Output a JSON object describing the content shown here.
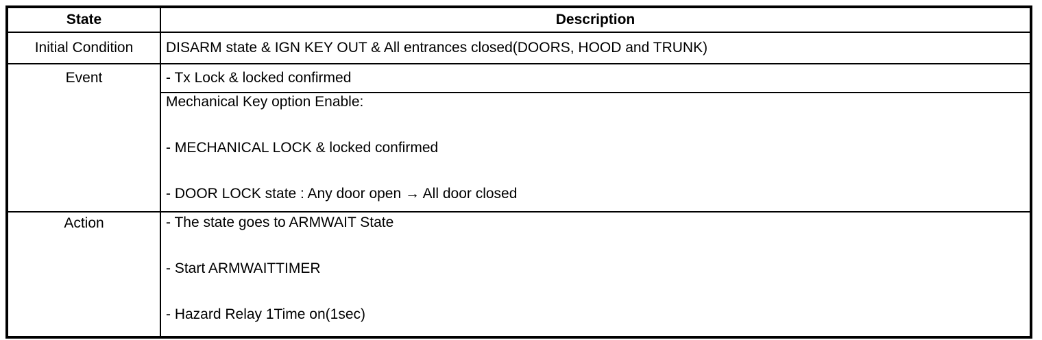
{
  "page": {
    "background_color": "#ffffff",
    "line_color": "#000000"
  },
  "table": {
    "header": {
      "state": "State",
      "description": "Description"
    },
    "rows": {
      "initial_condition": {
        "state": "Initial Condition",
        "description": "DISARM state & IGN KEY OUT & All entrances closed(DOORS, HOOD and TRUNK)"
      },
      "event": {
        "state": "Event",
        "cell_tx_lock": {
          "lines": [
            "- Tx Lock & locked confirmed"
          ]
        },
        "cell_mechanical": {
          "lines": [
            "Mechanical Key option Enable:",
            "- MECHANICAL LOCK & locked confirmed",
            "- DOOR LOCK state : Any door open → All door closed"
          ]
        }
      },
      "action": {
        "state": "Action",
        "cell_actions": {
          "lines": [
            "- The state goes to ARMWAIT State",
            "- Start ARMWAITTIMER",
            "- Hazard Relay 1Time on(1sec)"
          ]
        }
      }
    }
  }
}
